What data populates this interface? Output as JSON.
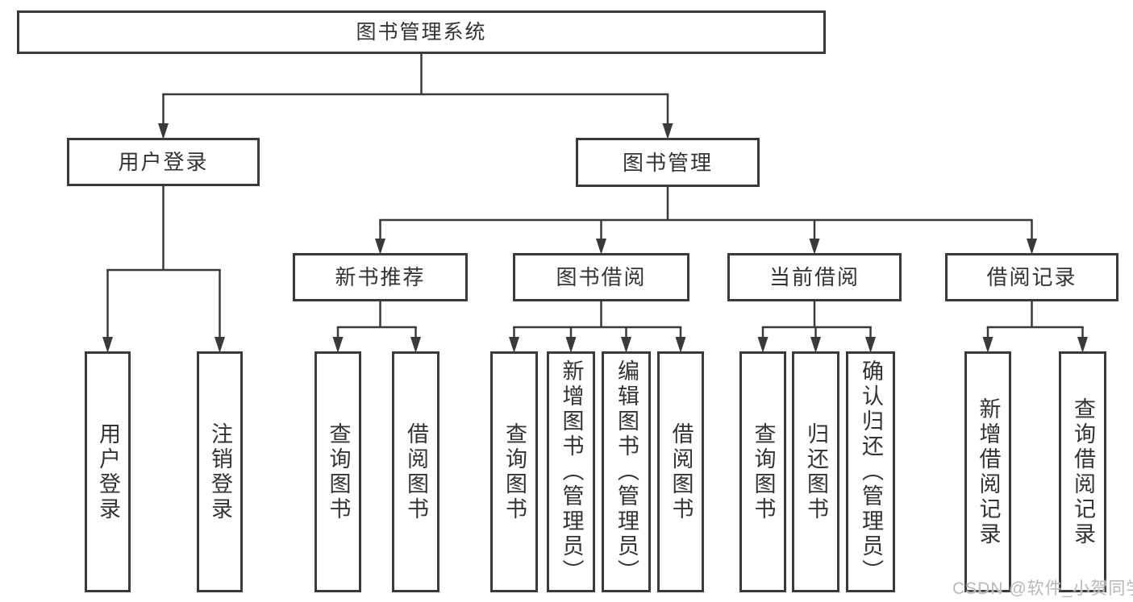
{
  "diagram": {
    "type": "tree",
    "title": "图书管理系统",
    "nodes": [
      {
        "id": "root",
        "label": "图书管理系统",
        "parent": null
      },
      {
        "id": "user-login",
        "label": "用户登录",
        "parent": "root"
      },
      {
        "id": "book-management",
        "label": "图书管理",
        "parent": "root"
      },
      {
        "id": "leaf-user-login",
        "label": "用户登录",
        "parent": "user-login"
      },
      {
        "id": "leaf-logout",
        "label": "注销登录",
        "parent": "user-login"
      },
      {
        "id": "new-book-recommend",
        "label": "新书推荐",
        "parent": "book-management"
      },
      {
        "id": "book-borrow",
        "label": "图书借阅",
        "parent": "book-management"
      },
      {
        "id": "current-borrow",
        "label": "当前借阅",
        "parent": "book-management"
      },
      {
        "id": "borrow-records",
        "label": "借阅记录",
        "parent": "book-management"
      },
      {
        "id": "nbr-query-books",
        "label": "查询图书",
        "parent": "new-book-recommend"
      },
      {
        "id": "nbr-borrow-books",
        "label": "借阅图书",
        "parent": "new-book-recommend"
      },
      {
        "id": "bb-query-books",
        "label": "查询图书",
        "parent": "book-borrow"
      },
      {
        "id": "bb-add-books",
        "label": "新增图书（管理员）",
        "parent": "book-borrow"
      },
      {
        "id": "bb-edit-books",
        "label": "编辑图书（管理员）",
        "parent": "book-borrow"
      },
      {
        "id": "bb-borrow-books",
        "label": "借阅图书",
        "parent": "book-borrow"
      },
      {
        "id": "cb-query-books",
        "label": "查询图书",
        "parent": "current-borrow"
      },
      {
        "id": "cb-return-books",
        "label": "归还图书",
        "parent": "current-borrow"
      },
      {
        "id": "cb-confirm-return",
        "label": "确认归还（管理员）",
        "parent": "current-borrow"
      },
      {
        "id": "br-add-record",
        "label": "新增借阅记录",
        "parent": "borrow-records"
      },
      {
        "id": "br-query-record",
        "label": "查询借阅记录",
        "parent": "borrow-records"
      }
    ]
  },
  "watermark": {
    "text": "CSDN @软件_小贺同学"
  },
  "colors": {
    "line": "#3a3a3a",
    "box_border": "#3a3a3a",
    "text": "#333333",
    "watermark": "#b9b9b9",
    "background": "#ffffff"
  }
}
